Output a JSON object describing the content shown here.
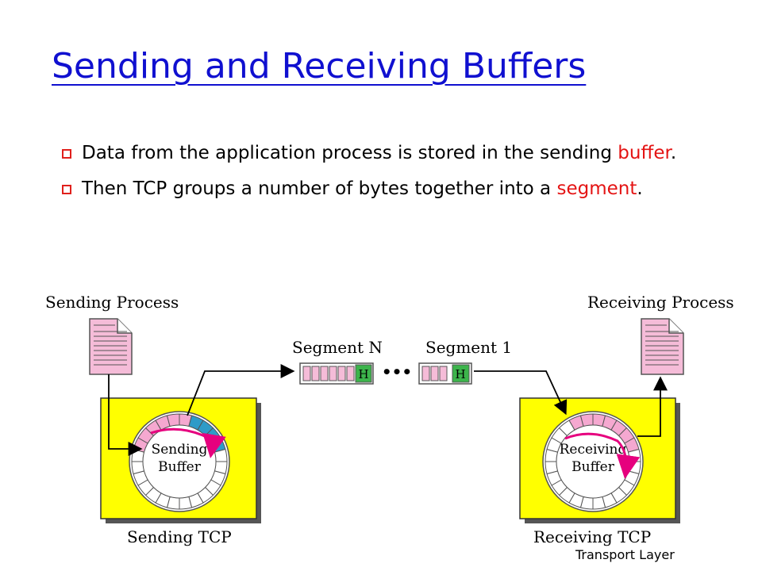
{
  "title": "Sending and Receiving Buffers",
  "bullets": [
    {
      "before": "Data from the application process is stored in the sending ",
      "highlight": "buffer",
      "after": "."
    },
    {
      "before": "Then TCP groups a number of bytes together into a ",
      "highlight": "segment",
      "after": "."
    }
  ],
  "diagram": {
    "sending_process": "Sending Process",
    "receiving_process": "Receiving Process",
    "segment_n": "Segment N",
    "segment_1": "Segment 1",
    "header_mark": "H",
    "ellipsis": "•••",
    "sending_buffer": [
      "Sending",
      "Buffer"
    ],
    "receiving_buffer": [
      "Receiving",
      "Buffer"
    ],
    "sending_tcp": "Sending TCP",
    "receiving_tcp": "Receiving TCP"
  },
  "footer": "Transport Layer",
  "colors": {
    "title": "#1010d0",
    "highlight": "#e41414",
    "tcp_box": "#ffff00",
    "pink": "#f5a8d0",
    "teal": "#2e9bc8",
    "header_green": "#3cb44b",
    "ring_arrow": "#e6007e"
  }
}
